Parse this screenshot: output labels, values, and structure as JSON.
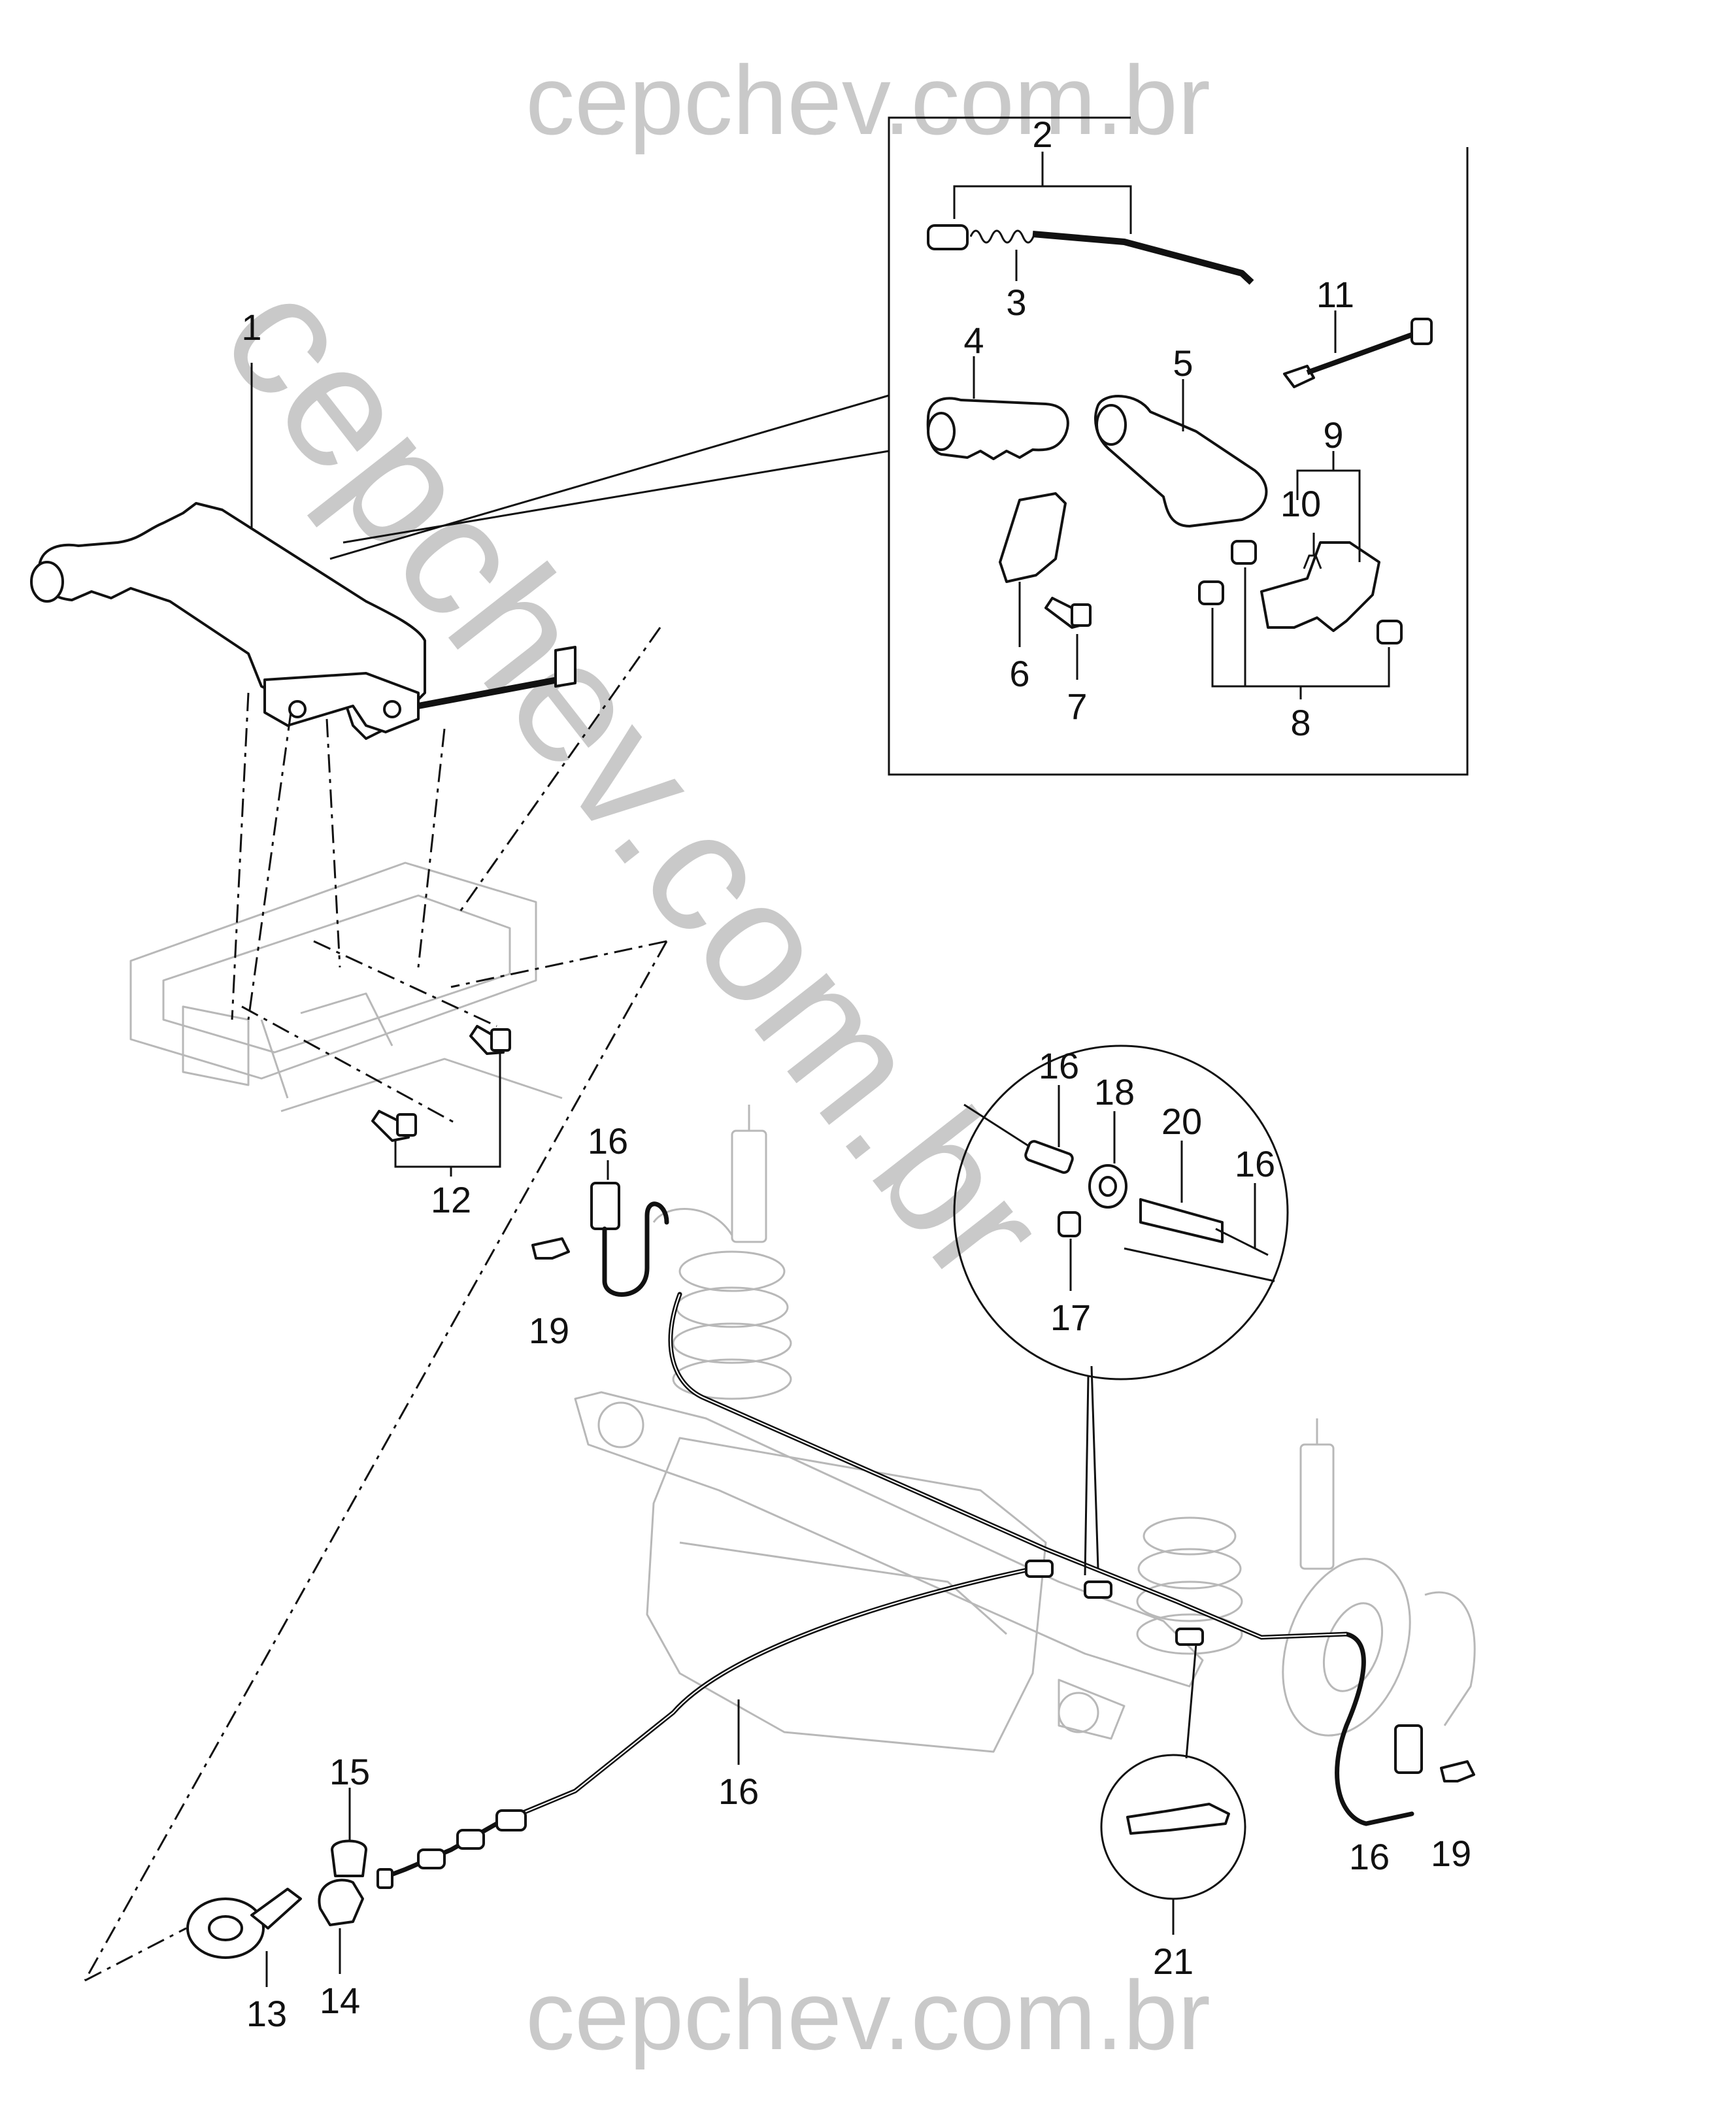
{
  "watermark": {
    "top": "cepchev.com.br",
    "bottom": "cepchev.com.br",
    "diagonal": "cepchev.com.br"
  },
  "callouts": [
    {
      "id": "1",
      "label": "1"
    },
    {
      "id": "2",
      "label": "2"
    },
    {
      "id": "3",
      "label": "3"
    },
    {
      "id": "4",
      "label": "4"
    },
    {
      "id": "5",
      "label": "5"
    },
    {
      "id": "6",
      "label": "6"
    },
    {
      "id": "7",
      "label": "7"
    },
    {
      "id": "8",
      "label": "8"
    },
    {
      "id": "9",
      "label": "9"
    },
    {
      "id": "10",
      "label": "10"
    },
    {
      "id": "11",
      "label": "11"
    },
    {
      "id": "12",
      "label": "12"
    },
    {
      "id": "13",
      "label": "13"
    },
    {
      "id": "14",
      "label": "14"
    },
    {
      "id": "15",
      "label": "15"
    },
    {
      "id": "16a",
      "label": "16"
    },
    {
      "id": "16b",
      "label": "16"
    },
    {
      "id": "16c",
      "label": "16"
    },
    {
      "id": "16d",
      "label": "16"
    },
    {
      "id": "16e",
      "label": "16"
    },
    {
      "id": "17",
      "label": "17"
    },
    {
      "id": "18",
      "label": "18"
    },
    {
      "id": "19a",
      "label": "19"
    },
    {
      "id": "19b",
      "label": "19"
    },
    {
      "id": "20",
      "label": "20"
    },
    {
      "id": "21",
      "label": "21"
    }
  ]
}
